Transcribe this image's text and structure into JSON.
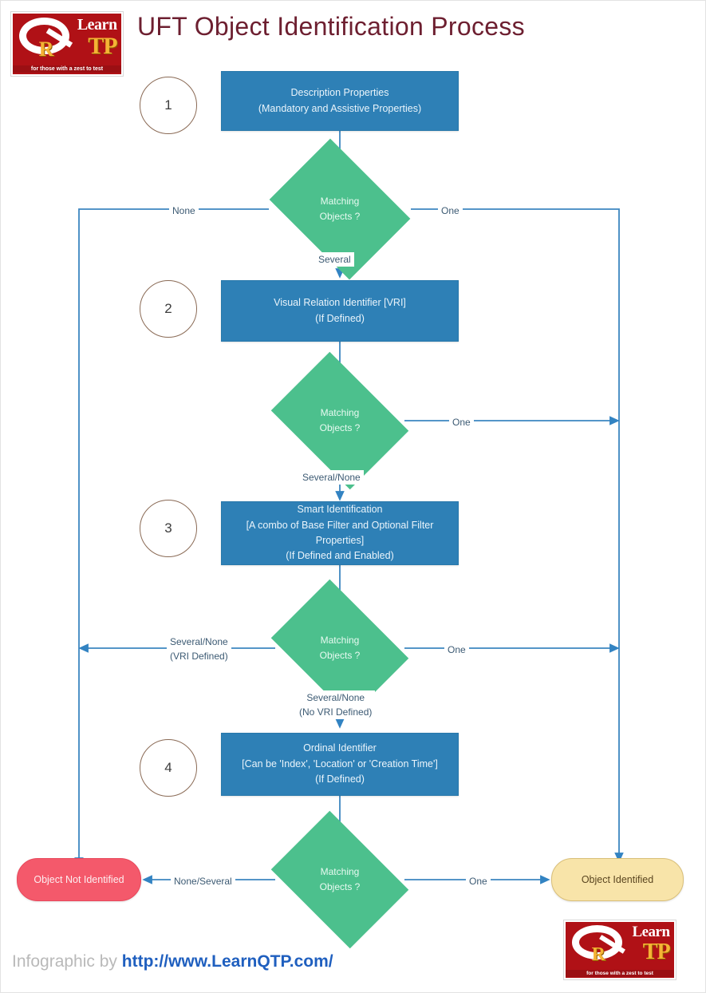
{
  "header": {
    "title": "UFT Object Identification Process",
    "logo": {
      "learn": "Learn",
      "r": "R",
      "tp": "TP",
      "tagline": "for those with a zest to test"
    }
  },
  "footer": {
    "prefix": "Infographic by ",
    "link": "http://www.LearnQTP.com/"
  },
  "colors": {
    "title": "#6d1f30",
    "process_blue": "#2e80b6",
    "decision_green": "#4cc08d",
    "terminal_red": "#f4596b",
    "terminal_yellow": "#f8e4a9",
    "connector_blue": "#3c86c0",
    "circle_brown": "#8a6a55",
    "edge_label": "#3c5a73"
  },
  "steps": [
    {
      "number": "1"
    },
    {
      "number": "2"
    },
    {
      "number": "3"
    },
    {
      "number": "4"
    }
  ],
  "process_boxes": [
    {
      "id": "description-properties",
      "line1": "Description Properties",
      "line2": "(Mandatory and Assistive Properties)"
    },
    {
      "id": "visual-relation-identifier",
      "line1": "Visual Relation Identifier [VRI]",
      "line2": "(If Defined)"
    },
    {
      "id": "smart-identification",
      "line1": "Smart Identification",
      "line2": "[A combo of Base Filter and Optional Filter Properties]",
      "line3": "(If Defined and Enabled)"
    },
    {
      "id": "ordinal-identifier",
      "line1": "Ordinal Identifier",
      "line2": "[Can be 'Index', 'Location' or 'Creation Time']",
      "line3": "(If Defined)"
    }
  ],
  "decisions": [
    {
      "id": "decision-1",
      "line1": "Matching",
      "line2": "Objects ?"
    },
    {
      "id": "decision-2",
      "line1": "Matching",
      "line2": "Objects ?"
    },
    {
      "id": "decision-3",
      "line1": "Matching",
      "line2": "Objects ?"
    },
    {
      "id": "decision-4",
      "line1": "Matching",
      "line2": "Objects ?"
    }
  ],
  "terminals": {
    "not_identified": "Object Not Identified",
    "identified": "Object Identified"
  },
  "edge_labels": {
    "d1_left": "None",
    "d1_right": "One",
    "d1_down": "Several",
    "d2_right": "One",
    "d2_down": "Several/None",
    "d3_left_line1": "Several/None",
    "d3_left_line2": "(VRI Defined)",
    "d3_right": "One",
    "d3_down_line1": "Several/None",
    "d3_down_line2": "(No VRI Defined)",
    "d4_left": "None/Several",
    "d4_right": "One"
  },
  "chart_data": {
    "type": "flowchart",
    "title": "UFT Object Identification Process",
    "nodes": [
      {
        "id": "description-properties",
        "kind": "process",
        "step": "1",
        "label": "Description Properties (Mandatory and Assistive Properties)"
      },
      {
        "id": "decision-1",
        "kind": "decision",
        "label": "Matching Objects ?"
      },
      {
        "id": "visual-relation-identifier",
        "kind": "process",
        "step": "2",
        "label": "Visual Relation Identifier [VRI] (If Defined)"
      },
      {
        "id": "decision-2",
        "kind": "decision",
        "label": "Matching Objects ?"
      },
      {
        "id": "smart-identification",
        "kind": "process",
        "step": "3",
        "label": "Smart Identification [A combo of Base Filter and Optional Filter Properties] (If Defined and Enabled)"
      },
      {
        "id": "decision-3",
        "kind": "decision",
        "label": "Matching Objects ?"
      },
      {
        "id": "ordinal-identifier",
        "kind": "process",
        "step": "4",
        "label": "Ordinal Identifier [Can be 'Index', 'Location' or 'Creation Time'] (If Defined)"
      },
      {
        "id": "decision-4",
        "kind": "decision",
        "label": "Matching Objects ?"
      },
      {
        "id": "object-not-identified",
        "kind": "terminal",
        "label": "Object Not Identified"
      },
      {
        "id": "object-identified",
        "kind": "terminal",
        "label": "Object Identified"
      }
    ],
    "edges": [
      {
        "from": "description-properties",
        "to": "decision-1",
        "label": ""
      },
      {
        "from": "decision-1",
        "to": "object-not-identified",
        "label": "None"
      },
      {
        "from": "decision-1",
        "to": "object-identified",
        "label": "One"
      },
      {
        "from": "decision-1",
        "to": "visual-relation-identifier",
        "label": "Several"
      },
      {
        "from": "visual-relation-identifier",
        "to": "decision-2",
        "label": ""
      },
      {
        "from": "decision-2",
        "to": "object-identified",
        "label": "One"
      },
      {
        "from": "decision-2",
        "to": "smart-identification",
        "label": "Several/None"
      },
      {
        "from": "smart-identification",
        "to": "decision-3",
        "label": ""
      },
      {
        "from": "decision-3",
        "to": "object-not-identified",
        "label": "Several/None (VRI Defined)"
      },
      {
        "from": "decision-3",
        "to": "object-identified",
        "label": "One"
      },
      {
        "from": "decision-3",
        "to": "ordinal-identifier",
        "label": "Several/None (No VRI Defined)"
      },
      {
        "from": "ordinal-identifier",
        "to": "decision-4",
        "label": ""
      },
      {
        "from": "decision-4",
        "to": "object-not-identified",
        "label": "None/Several"
      },
      {
        "from": "decision-4",
        "to": "object-identified",
        "label": "One"
      }
    ]
  }
}
